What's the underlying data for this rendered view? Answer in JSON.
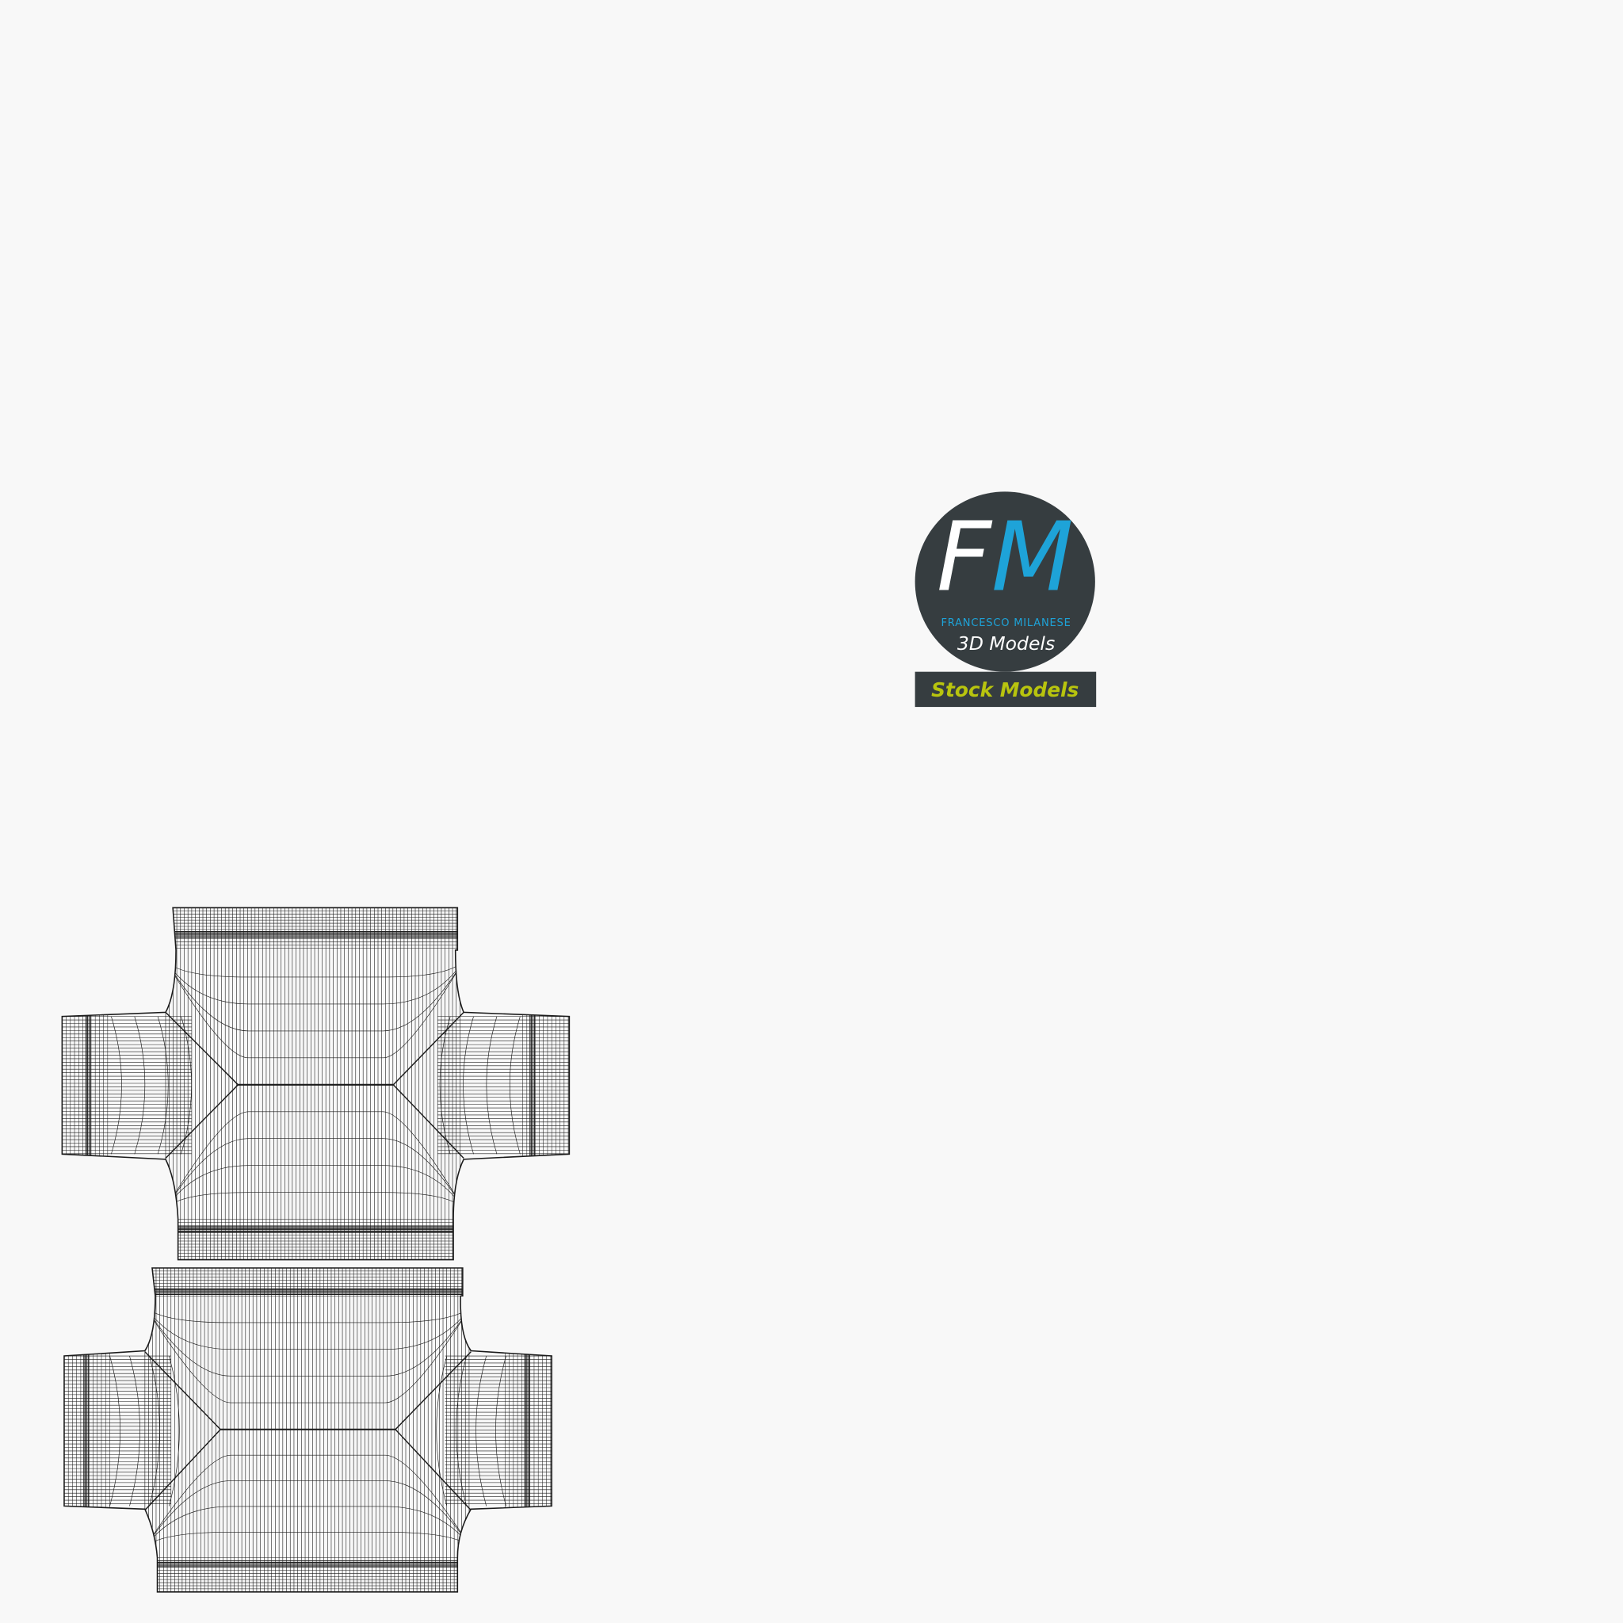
{
  "logo": {
    "letter_f": "F",
    "letter_m": "M",
    "brand_name": "FRANCESCO MILANESE",
    "tagline": "3D Models",
    "banner": "Stock Models",
    "colors": {
      "badge": "#363d40",
      "f_letter": "#ffffff",
      "m_letter": "#1ea3d8",
      "banner_text": "#b8c40e"
    }
  },
  "colors": {
    "background": "#f8f8f8",
    "wire": "#1a1a1a"
  }
}
